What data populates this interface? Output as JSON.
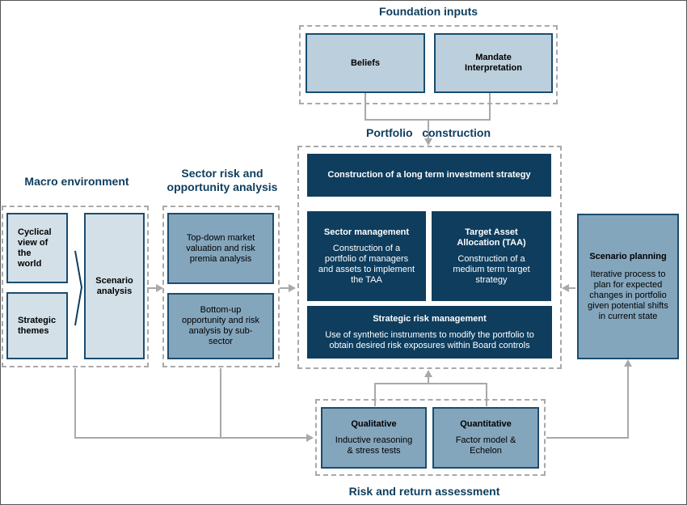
{
  "titles": {
    "foundation": "Foundation inputs",
    "portfolio": "Portfolio   construction",
    "macro": "Macro environment",
    "sector": "Sector risk and opportunity analysis",
    "risk": "Risk and return assessment"
  },
  "foundation": {
    "beliefs": "Beliefs",
    "mandate": "Mandate Interpretation"
  },
  "macro": {
    "cyclical": "Cyclical view of the world",
    "strategic": "Strategic themes",
    "scenario": "Scenario analysis"
  },
  "sector": {
    "topdown": "Top-down market valuation and risk premia analysis",
    "bottomup": "Bottom-up opportunity and risk analysis by sub-sector"
  },
  "portfolio": {
    "longterm": "Construction of a long term investment strategy",
    "sector_mgmt_title": "Sector management",
    "sector_mgmt_text": "Construction of a portfolio of managers and assets to implement the TAA",
    "taa_title": "Target Asset Allocation (TAA)",
    "taa_text": "Construction of a medium term target strategy",
    "srm_title": "Strategic risk management",
    "srm_text": "Use of synthetic instruments to modify the portfolio to obtain desired risk exposures within Board controls"
  },
  "scenario_planning": {
    "title": "Scenario planning",
    "text": "Iterative process to plan for expected changes in portfolio given potential shifts in current state"
  },
  "risk": {
    "qual_title": "Qualitative",
    "qual_text": "Inductive reasoning & stress tests",
    "quant_title": "Quantitative",
    "quant_text": "Factor model & Echelon"
  },
  "colors": {
    "dark": "#0e3d5e",
    "mid": "#84a6bd",
    "light": "#d3e0e8",
    "arrow": "#a9a9a9"
  }
}
